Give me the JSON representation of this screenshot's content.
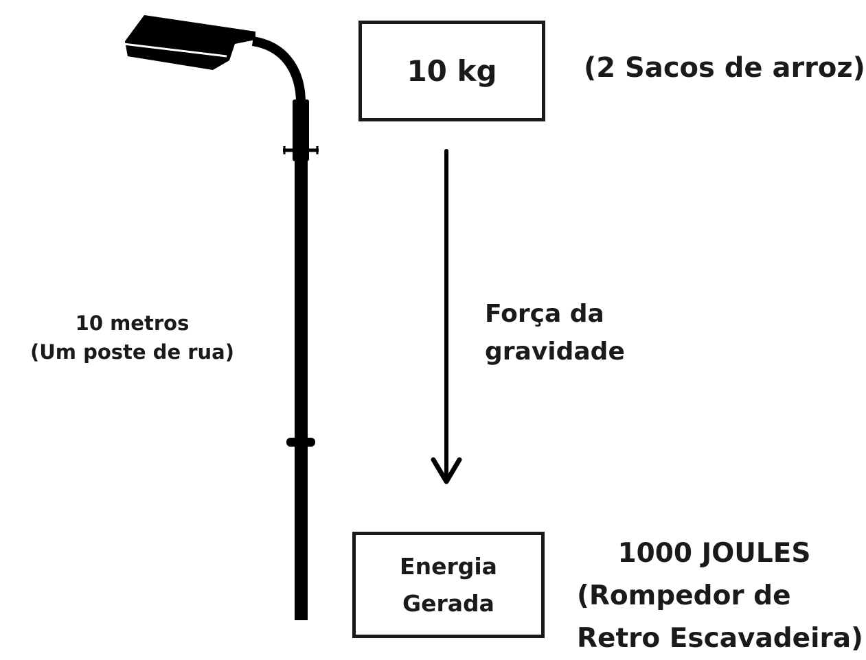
{
  "pole": {
    "height_label": "10 metros",
    "description": "(Um poste de rua)"
  },
  "mass": {
    "label": "10 kg",
    "note": "(2 Sacos de arroz)"
  },
  "force": {
    "line1": "Força da",
    "line2": "gravidade"
  },
  "energy_box": {
    "line1": "Energia",
    "line2": "Gerada"
  },
  "energy_result": {
    "line1": "1000 JOULES",
    "line2": "(Rompedor de",
    "line3": "Retro Escavadeira)"
  },
  "colors": {
    "ink": "#1a1a1a",
    "background": "#ffffff"
  },
  "icons": {
    "lamp": "street-lamp-icon",
    "arrow": "arrow-down-icon"
  }
}
